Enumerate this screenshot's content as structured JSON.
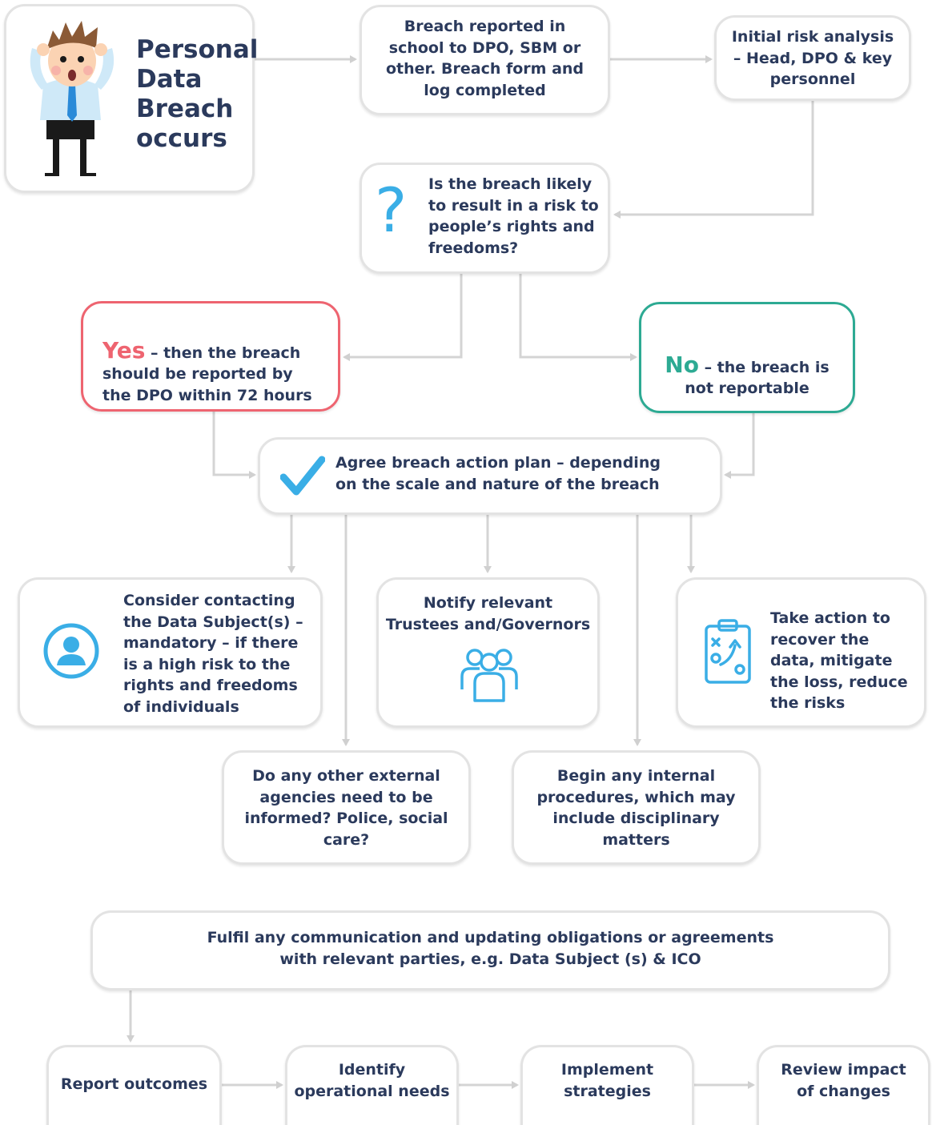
{
  "start": {
    "title": "Personal\nData\nBreach\noccurs",
    "illustration": "stressed-man-illustration"
  },
  "steps": {
    "reported": "Breach reported in\nschool to DPO, SBM or\nother. Breach form and\nlog completed",
    "risk_analysis": "Initial risk analysis\n– Head, DPO & key\npersonnel",
    "question": "Is the breach likely\nto result in a risk to\npeople’s rights and\nfreedoms?",
    "yes_word": "Yes",
    "yes_text": " – then the breach\nshould be reported by\nthe DPO within 72 hours",
    "no_word": "No",
    "no_text": " – the breach is\nnot reportable",
    "action_plan": "Agree breach action plan – depending\non the scale and nature of the breach",
    "contact_subject": "Consider contacting\nthe Data Subject(s) –\nmandatory – if there\nis a high risk to the\nrights and freedoms\nof individuals",
    "notify_trustees": "Notify relevant\nTrustees and/Governors",
    "take_action": "Take action to\nrecover the\ndata, mitigate\nthe loss, reduce\nthe risks",
    "external_agencies": "Do any other external\nagencies need to be\ninformed? Police, social\ncare?",
    "internal_procedures": "Begin any internal\nprocedures, which may\ninclude disciplinary\nmatters",
    "fulfil": "Fulfil any communication and updating obligations or agreements\nwith relevant parties, e.g. Data Subject (s) & ICO",
    "report_outcomes": "Report outcomes",
    "identify_needs": "Identify\noperational needs",
    "implement": "Implement\nstrategies",
    "review": "Review impact\nof changes"
  },
  "colors": {
    "text": "#2b3a5c",
    "icon_blue": "#3aaee6",
    "yes_red": "#ee6470",
    "no_green": "#2daa93",
    "border": "#e3e3e3",
    "connector": "#d4d4d4"
  },
  "icons": [
    "question-mark-icon",
    "checkmark-icon",
    "person-circle-icon",
    "group-icon",
    "strategy-clipboard-icon"
  ]
}
